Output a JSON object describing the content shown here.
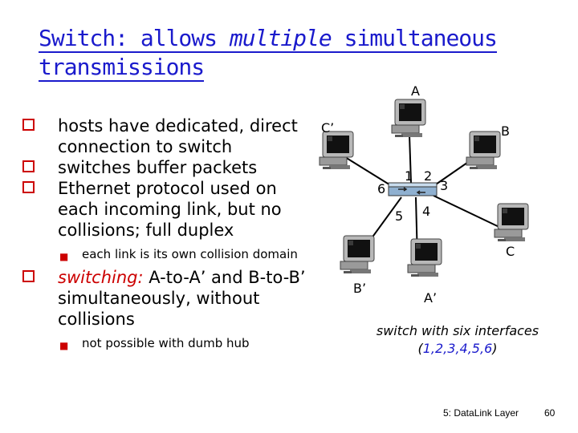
{
  "slide": {
    "title_line1_a": "Switch: ",
    "title_line1_b": "allows ",
    "title_line1_c": "multiple",
    "title_line1_d": " simultaneous",
    "title_line2": "transmissions",
    "bullet1": "hosts have dedicated, direct connection to switch",
    "bullet2": "switches buffer packets",
    "bullet3": "Ethernet protocol used on each incoming link, but no collisions; full duplex",
    "sub1": "each link is its own collision domain",
    "bullet4_em": "switching:",
    "bullet4_rest": " A-to-A’ and B-to-B’ simultaneously, without collisions",
    "sub2": "not possible with dumb hub"
  },
  "diagram": {
    "hosts": {
      "A": "A",
      "B": "B",
      "C": "C",
      "A_prime": "A’",
      "B_prime": "B’",
      "C_prime": "C’"
    },
    "ports": [
      "1",
      "2",
      "3",
      "4",
      "5",
      "6"
    ],
    "caption_line1": "switch with six interfaces",
    "caption_open": "(",
    "caption_nums": "1,2,3,4,5,6",
    "caption_close": ")"
  },
  "footer": {
    "course": "5: DataLink Layer",
    "page": "60"
  },
  "colors": {
    "title": "#1a1acc",
    "bullet": "#cc0000",
    "highlight": "#cc0000",
    "caption_nums": "#1a1acc"
  },
  "icons": {
    "bullet": "square-bullet-icon",
    "sub_bullet": "small-square-icon",
    "host": "computer-icon",
    "switch": "switch-icon"
  }
}
